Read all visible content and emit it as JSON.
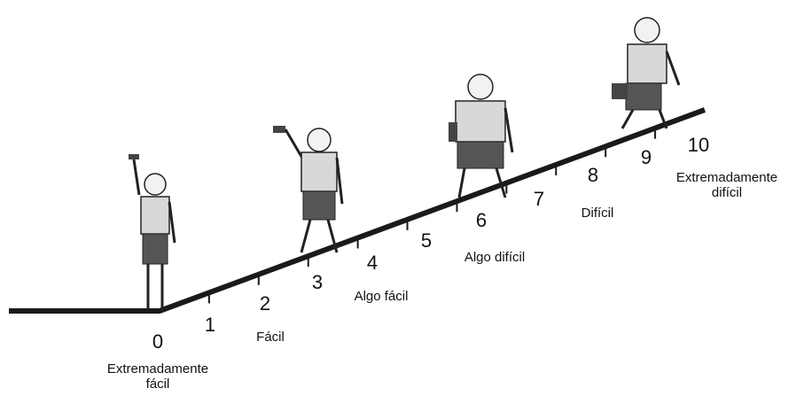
{
  "scale": {
    "points": [
      {
        "value": "0"
      },
      {
        "value": "1"
      },
      {
        "value": "2"
      },
      {
        "value": "3"
      },
      {
        "value": "4"
      },
      {
        "value": "5"
      },
      {
        "value": "6"
      },
      {
        "value": "7"
      },
      {
        "value": "8"
      },
      {
        "value": "9"
      },
      {
        "value": "10"
      }
    ],
    "labels": {
      "extreme_easy": "Extremadamente fácil",
      "easy": "Fácil",
      "somewhat_easy": "Algo fácil",
      "somewhat_hard": "Algo difícil",
      "hard": "Difícil",
      "extreme_hard": "Extremadamente difícil"
    }
  },
  "colors": {
    "line": "#1a1a1a",
    "shirt": "#d8d8d8",
    "shorts": "#555555",
    "skin": "#f2f2f2"
  }
}
